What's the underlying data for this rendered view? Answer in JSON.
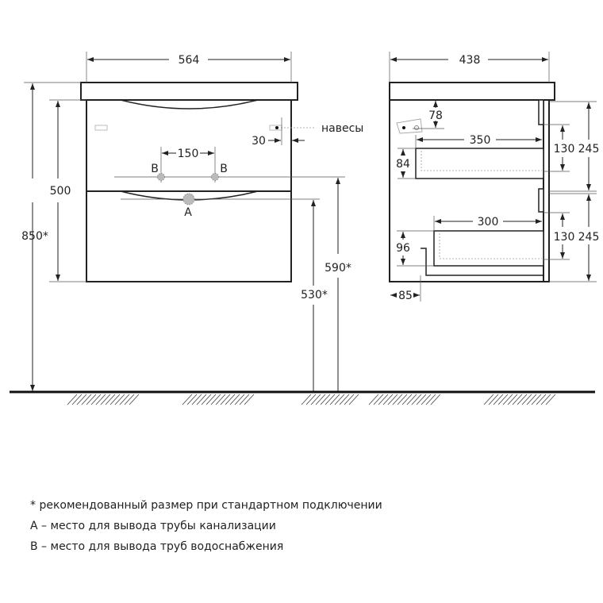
{
  "front_view": {
    "width": "564",
    "height_total": "850*",
    "body_height": "500",
    "pipe_spacing": "150",
    "hinge_offset": "30",
    "supply_height": "590*",
    "drain_height": "530*",
    "label_b_left": "B",
    "label_b_right": "B",
    "label_a": "A",
    "hinges_label": "навесы"
  },
  "side_view": {
    "depth": "438",
    "hinge_depth": "78",
    "drawer1_depth": "350",
    "drawer1_height": "84",
    "drawer2_depth": "300",
    "drawer2_height": "96",
    "plinth_offset": "85",
    "front1_height": "130",
    "front1_total": "245",
    "front2_height": "130",
    "front2_total": "245"
  },
  "notes": [
    "* рекомендованный размер при стандартном подключении",
    "А – место для вывода трубы канализации",
    "В – место для вывода труб водоснабжения"
  ]
}
